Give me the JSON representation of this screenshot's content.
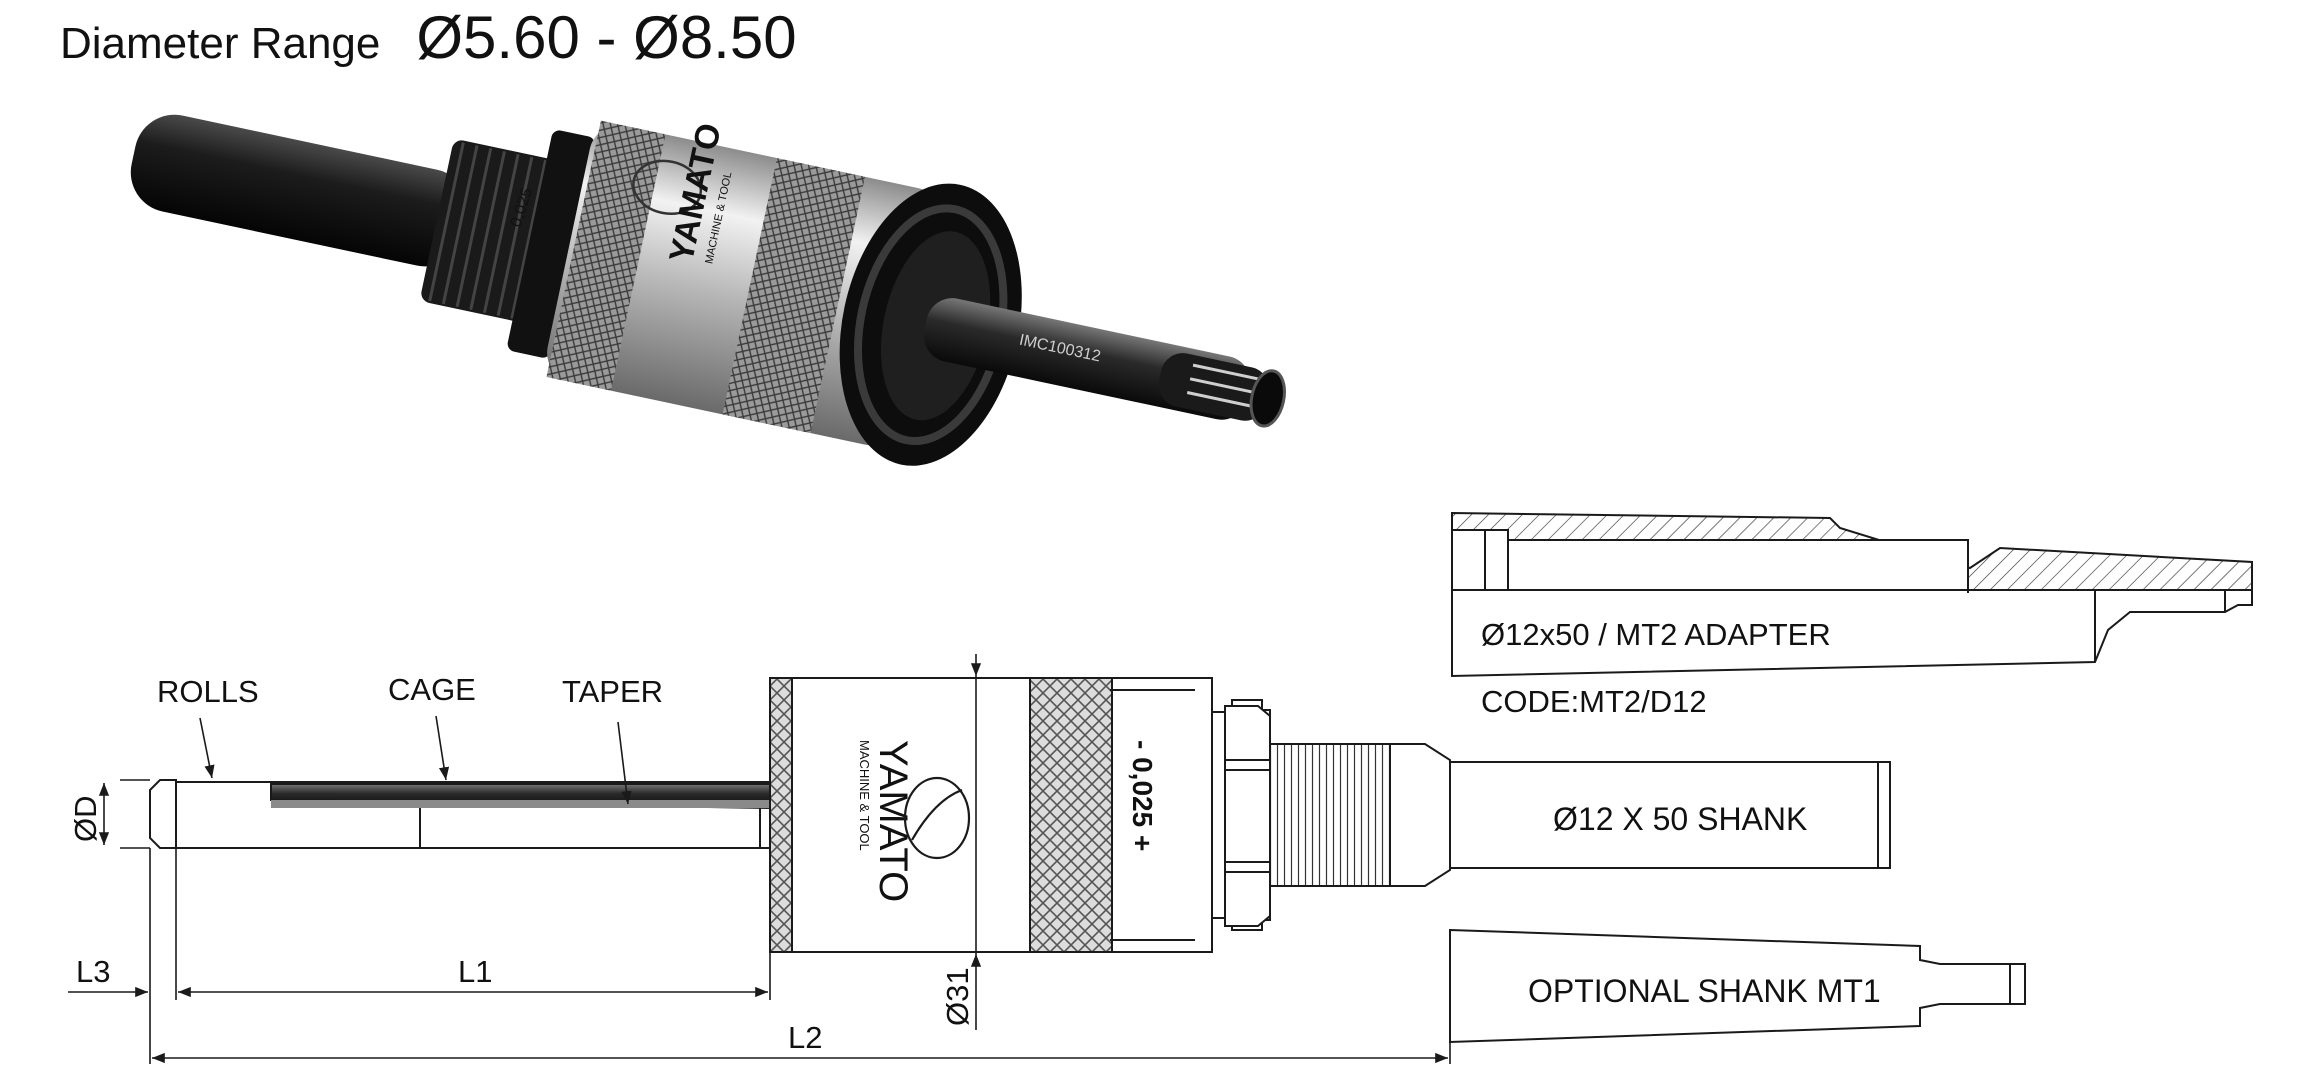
{
  "title": {
    "label": "Diameter Range",
    "range": "Ø5.60 - Ø8.50"
  },
  "photo": {
    "brand": "YAMATO",
    "brand_sub": "MACHINE & TOOL",
    "scale_mark": "0,025",
    "part_code": "IMC100312"
  },
  "drawing": {
    "brand": "YAMATO",
    "brand_sub": "MACHINE & TOOL",
    "scale_mark": "- 0,025 +",
    "labels": {
      "rolls": "ROLLS",
      "cage": "CAGE",
      "taper": "TAPER",
      "od": "ØD",
      "l3": "L3",
      "l1": "L1",
      "l2": "L2",
      "d31": "Ø31"
    },
    "shank": "Ø12 X 50 SHANK",
    "optional_shank": "OPTIONAL SHANK MT1",
    "adapter": {
      "label": "Ø12x50 / MT2 ADAPTER",
      "code": "CODE:MT2/D12"
    }
  },
  "colors": {
    "line": "#1a1a1a",
    "steel_dark": "#111111",
    "steel_light": "#c8c8c8",
    "taper_fill": "#3c3c3c"
  }
}
